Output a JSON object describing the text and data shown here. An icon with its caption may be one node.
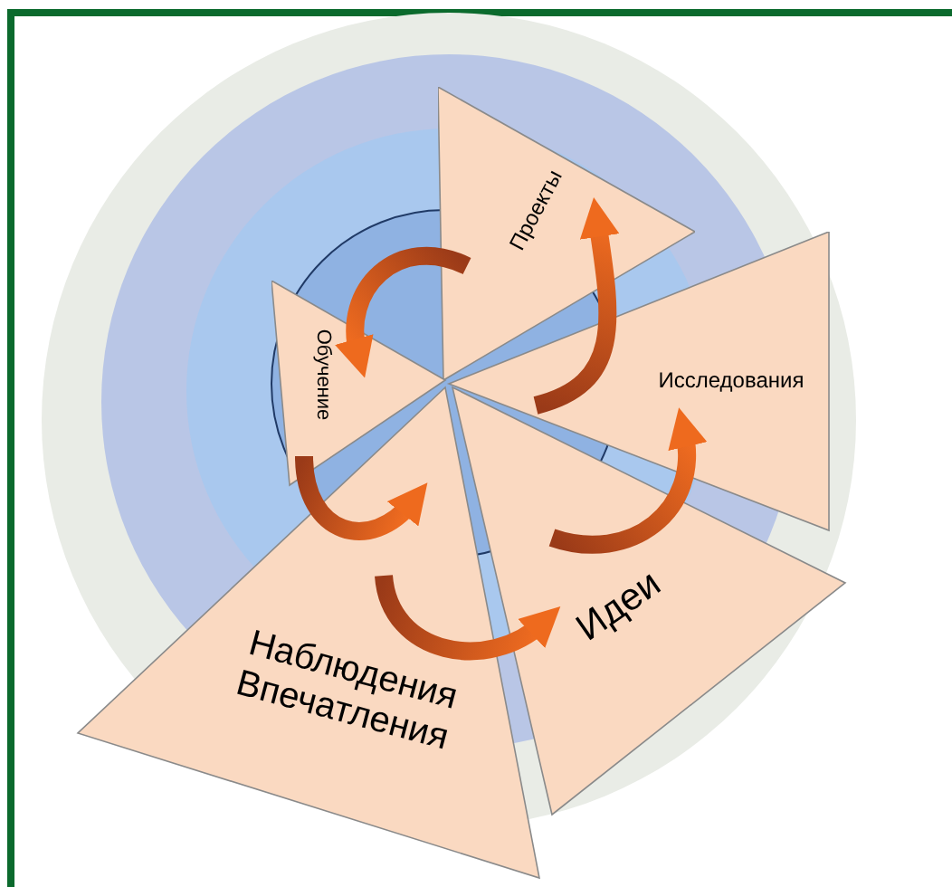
{
  "diagram": {
    "nodes": [
      {
        "text": [
          "Проекты"
        ]
      },
      {
        "text": [
          "Обучение"
        ]
      },
      {
        "text": [
          "Исследования"
        ]
      },
      {
        "text": [
          "Идеи"
        ]
      },
      {
        "text": [
          "Наблюдения Впечатления"
        ]
      }
    ],
    "edges": [
      {
        "from": 4,
        "to": 3,
        "arrow": "to"
      },
      {
        "from": 3,
        "to": 2,
        "arrow": "to"
      },
      {
        "from": 2,
        "to": 0,
        "arrow": "to"
      },
      {
        "from": 0,
        "to": 1,
        "arrow": "to"
      },
      {
        "from": 1,
        "to": 4,
        "arrow": "to"
      }
    ]
  }
}
